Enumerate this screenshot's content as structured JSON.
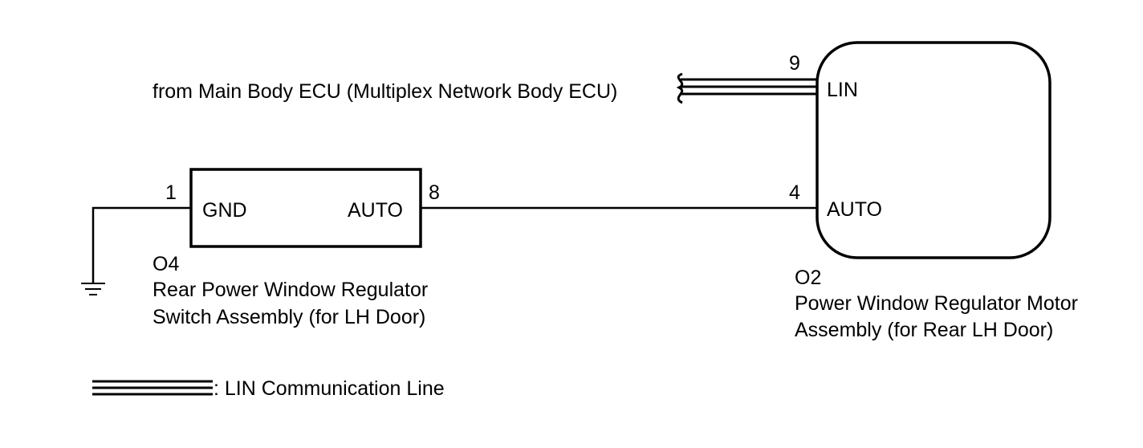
{
  "diagram": {
    "source": {
      "text": "from Main Body ECU (Multiplex Network Body ECU)"
    },
    "switch_assembly": {
      "code": "O4",
      "name_line1": "Rear Power Window Regulator",
      "name_line2": "Switch Assembly (for LH Door)",
      "pins": [
        {
          "number": "1",
          "label": "GND"
        },
        {
          "number": "8",
          "label": "AUTO"
        }
      ]
    },
    "motor_assembly": {
      "code": "O2",
      "name_line1": "Power Window Regulator Motor",
      "name_line2": "Assembly (for Rear LH Door)",
      "pins": [
        {
          "number": "9",
          "label": "LIN"
        },
        {
          "number": "4",
          "label": "AUTO"
        }
      ]
    },
    "legend": {
      "text": ": LIN Communication Line"
    }
  },
  "colors": {
    "line": "#000000",
    "background": "#ffffff"
  }
}
